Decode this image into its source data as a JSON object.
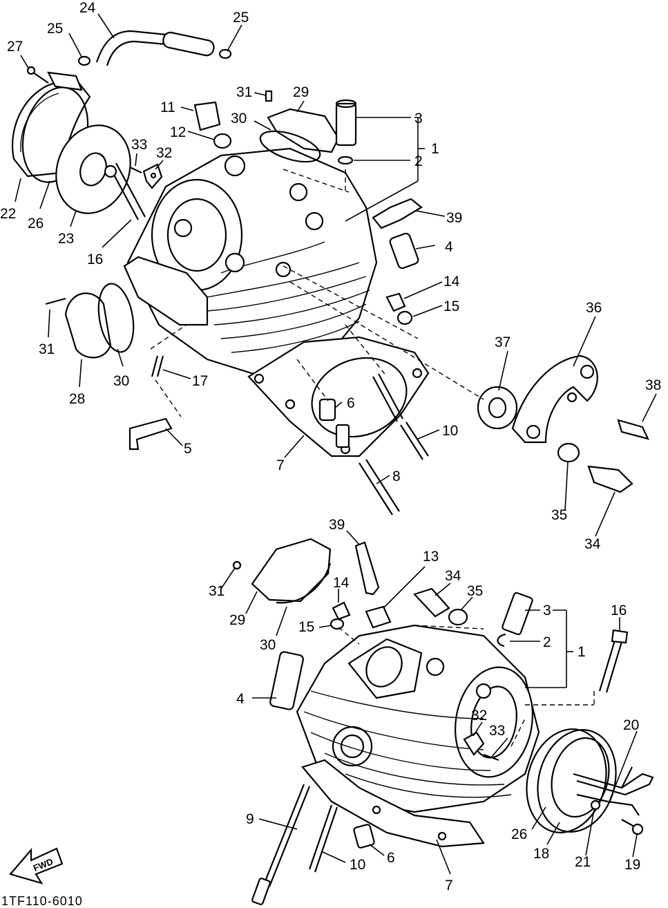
{
  "diagram_code": "1TF110-6010",
  "fwd_label": "FWD",
  "callouts": {
    "upper": {
      "c24": "24",
      "c25a": "25",
      "c25b": "25",
      "c27": "27",
      "c31a": "31",
      "c29": "29",
      "c3": "3",
      "c11": "11",
      "c30a": "30",
      "c12": "12",
      "c1": "1",
      "c33": "33",
      "c32": "32",
      "c2": "2",
      "c22": "22",
      "c26": "26",
      "c23": "23",
      "c39": "39",
      "c4": "4",
      "c16": "16",
      "c14": "14",
      "c15": "15",
      "c36": "36",
      "c31b": "31",
      "c37": "37",
      "c30b": "30",
      "c17": "17",
      "c28": "28",
      "c38": "38",
      "c6": "6",
      "c10": "10",
      "c5": "5",
      "c7": "7",
      "c8": "8",
      "c35": "35",
      "c34": "34"
    },
    "lower": {
      "c39": "39",
      "c13": "13",
      "c34": "34",
      "c31": "31",
      "c14": "14",
      "c35": "35",
      "c29": "29",
      "c3": "3",
      "c16": "16",
      "c15": "15",
      "c30": "30",
      "c2": "2",
      "c1": "1",
      "c4": "4",
      "c20": "20",
      "c32": "32",
      "c33": "33",
      "c9": "9",
      "c26": "26",
      "c18": "18",
      "c21": "21",
      "c19": "19",
      "c10": "10",
      "c6": "6",
      "c7": "7"
    }
  }
}
